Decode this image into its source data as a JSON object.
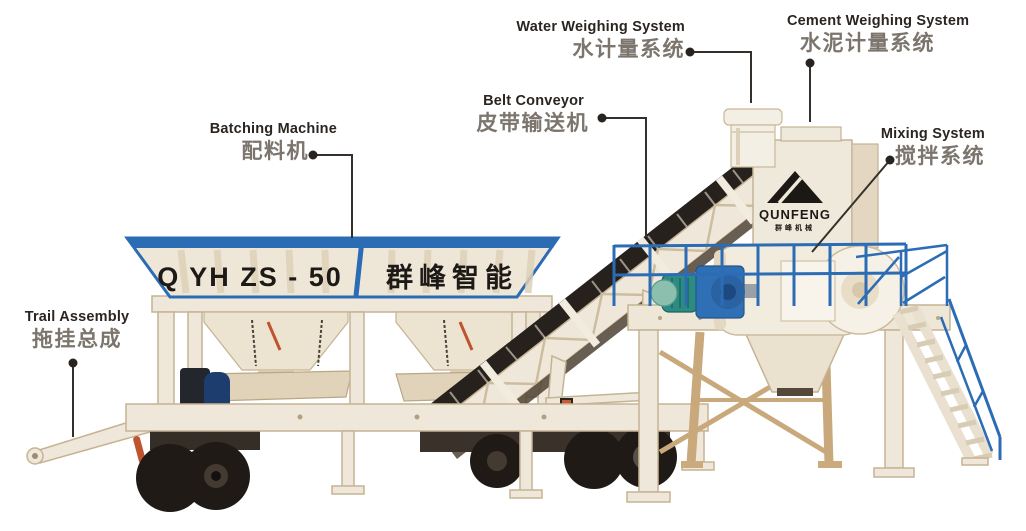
{
  "page": {
    "background": "#ffffff"
  },
  "labels": {
    "batching_machine": {
      "en": "Batching Machine",
      "zh": "配料机"
    },
    "water_weighing": {
      "en": "Water Weighing System",
      "zh": "水计量系统"
    },
    "cement_weighing": {
      "en": "Cement Weighing System",
      "zh": "水泥计量系统"
    },
    "belt_conveyor": {
      "en": "Belt Conveyor",
      "zh": "皮带输送机"
    },
    "mixing_system": {
      "en": "Mixing System",
      "zh": "搅拌系统"
    },
    "trail_assembly": {
      "en": "Trail Assembly",
      "zh": "拖挂总成"
    }
  },
  "machine": {
    "hopper_model_text": "Q YH ZS - 50",
    "hopper_brand_text": "群峰智能",
    "logo_text": "QUNFENG",
    "logo_subtext": "群峰机械"
  },
  "colors": {
    "trim_blue": "#2b6cb5",
    "body_cream": "#efe8da",
    "callout_line": "#35302b",
    "english_text": "#2b2521",
    "chinese_text": "#7c756d",
    "tire_dark": "#1f1a15",
    "motor_teal": "#2c8c84",
    "gearbox_blue": "#2f6fb5",
    "accent_orange": "#c0532f"
  }
}
